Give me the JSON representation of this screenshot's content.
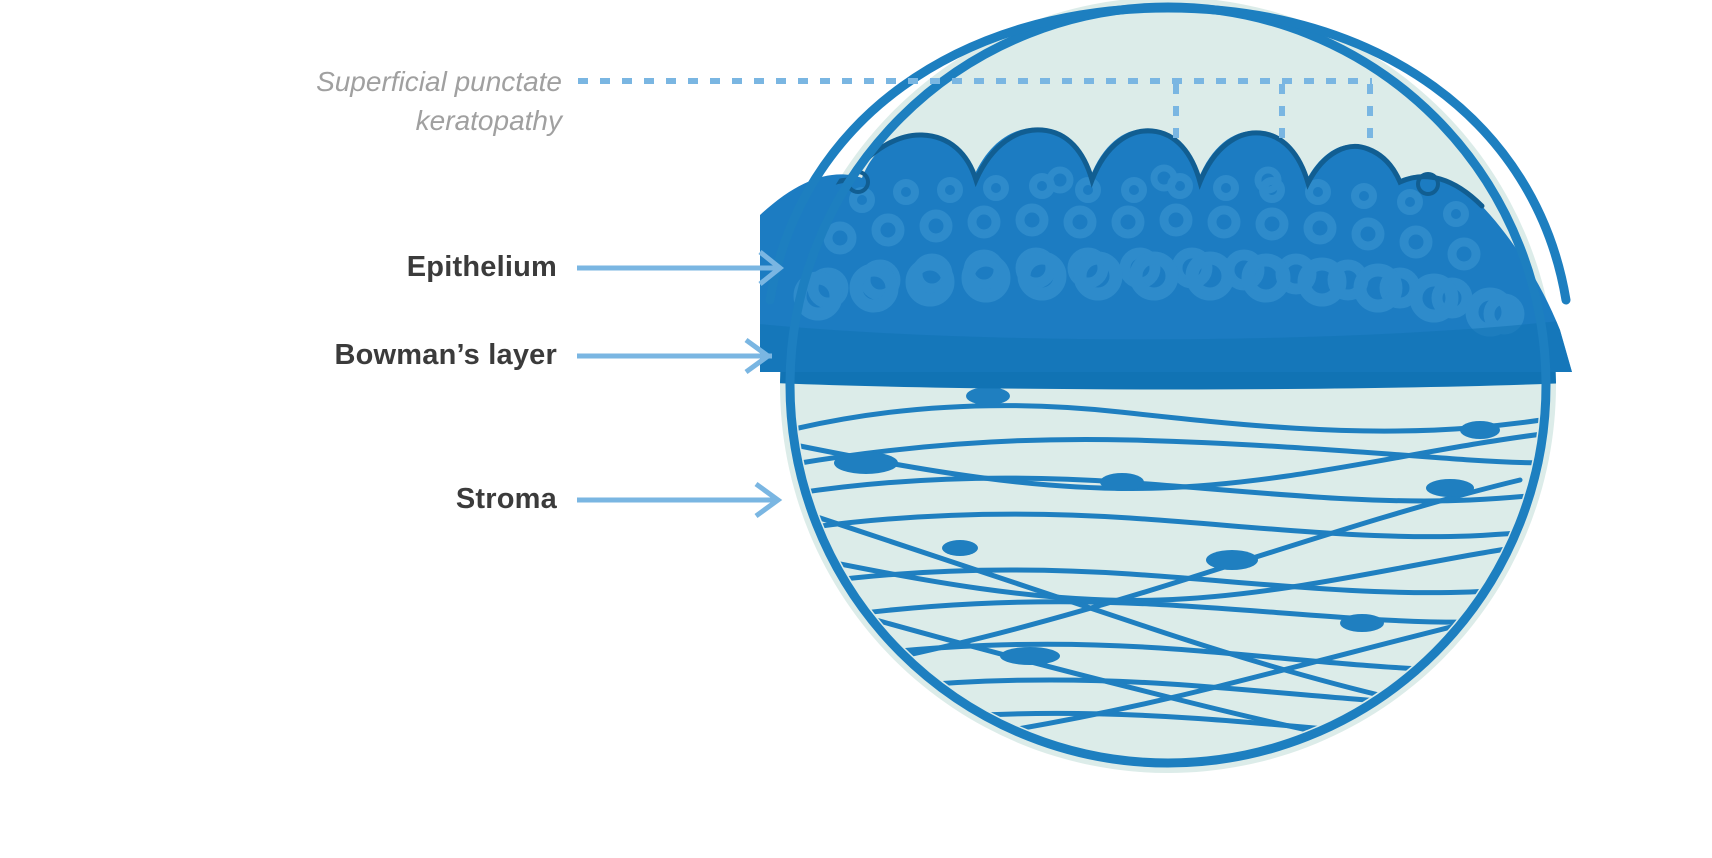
{
  "figure": {
    "title": "Corneal cross-section with superficial punctate keratopathy",
    "background": "#ffffff"
  },
  "labels": {
    "spk": {
      "line1": "Superficial punctate",
      "line2": "keratopathy",
      "color": "#a0a0a0",
      "style": "italic",
      "leader": "dashed"
    },
    "epithelium": {
      "text": "Epithelium",
      "color": "#3b3b3b",
      "style": "bold",
      "leader": "arrow"
    },
    "bowmans": {
      "text": "Bowman’s layer",
      "color": "#3b3b3b",
      "style": "bold",
      "leader": "arrow"
    },
    "stroma": {
      "text": "Stroma",
      "color": "#3b3b3b",
      "style": "bold",
      "leader": "arrow"
    }
  },
  "colors": {
    "epithelium_fill": "#1c7cc2",
    "epithelium_cell": "#2e8bcb",
    "bowmans_fill": "#1173b4",
    "stroma_fill": "#dcece9",
    "stroma_fiber": "#1f7fc0",
    "outline": "#1d7fc0",
    "leader_line": "#7ab6e2",
    "dash_line": "#7ab6e2",
    "arrow_head": "#7ab6e2"
  },
  "anatomy": {
    "layers": [
      {
        "name": "Epithelium",
        "order": 1
      },
      {
        "name": "Bowman’s layer",
        "order": 2
      },
      {
        "name": "Stroma",
        "order": 3
      }
    ],
    "finding": "Superficial punctate keratopathy",
    "epithelium_cell_rows": 4,
    "punctate_erosions": 6,
    "stroma_keratocytes": 9,
    "stroma_fiber_lines": 9
  }
}
